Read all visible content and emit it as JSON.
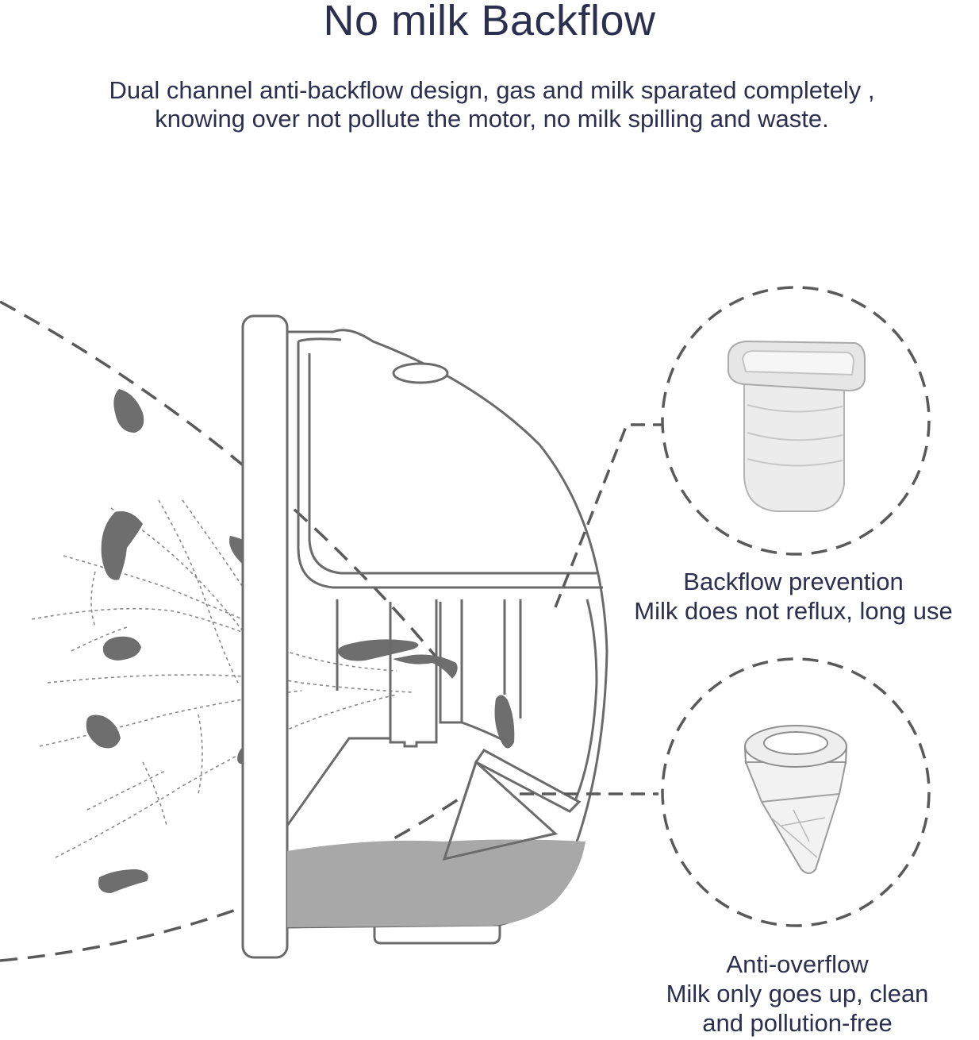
{
  "header": {
    "title": "No milk Backflow",
    "subtitle_line1": "Dual channel anti-backflow design, gas and milk sparated completely ,",
    "subtitle_line2": "knowing over not pollute the motor, no milk spilling and waste."
  },
  "callouts": [
    {
      "title": "Backflow prevention",
      "description": "Milk does not reflux, long use",
      "icon": "backflow-valve-icon"
    },
    {
      "title": "Anti-overflow",
      "description_line1": "Milk only goes up, clean",
      "description_line2": "and pollution-free",
      "icon": "anti-overflow-valve-icon"
    }
  ],
  "colors": {
    "text": "#2b3050",
    "outline": "#6b6b6b",
    "milk": "#a8a8a8",
    "duct": "#6e6e6e",
    "dash": "#5a5a5a"
  }
}
